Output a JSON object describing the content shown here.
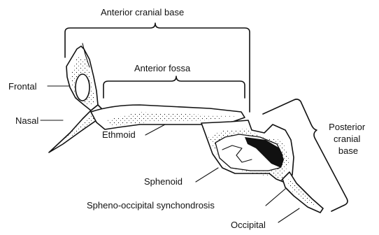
{
  "labels": {
    "anterior_cranial_base": "Anterior cranial base",
    "anterior_fossa": "Anterior fossa",
    "frontal": "Frontal",
    "nasal": "Nasal",
    "ethmoid": "Ethmoid",
    "sphenoid": "Sphenoid",
    "spheno_occipital": "Spheno-occipital synchondrosis",
    "occipital": "Occipital",
    "posterior_cranial_base": [
      "Posterior",
      "cranial",
      "base"
    ]
  },
  "colors": {
    "ink": "#111111",
    "background": "#ffffff",
    "cavity": "#111111"
  }
}
